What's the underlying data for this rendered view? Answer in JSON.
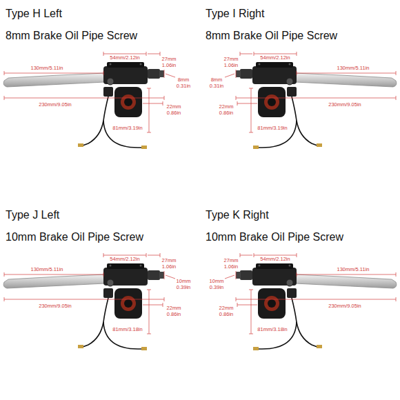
{
  "diagram": {
    "labels": [
      "Type H Left",
      "8mm Brake Oil Pipe Screw",
      "130mm/5.11in",
      "54mm/2.12in",
      "27mm",
      "1.06in",
      "8mm",
      "0.31in",
      "230mm/9.05in",
      "81mm/3.19in",
      "22mm",
      "0.86in",
      "Type I  Right",
      "8mm Brake Oil Pipe Screw",
      "130mm/5.11in",
      "54mm/2.12in",
      "27mm",
      "1.06in",
      "8mm",
      "0.31in",
      "230mm/9.05in",
      "81mm/3.19in",
      "22mm",
      "0.86in",
      "Type J  Left",
      "10mm Brake Oil Pipe Screw",
      "130mm/5.11in",
      "54mm/2.12in",
      "27mm",
      "1.06in",
      "10mm",
      "0.39in",
      "230mm/9.05in",
      "81mm/3.18in",
      "22mm",
      "0.86in",
      "Type K Right",
      "10mm Brake Oil Pipe Screw",
      "130mm/5.11in",
      "54mm/2.12in",
      "27mm",
      "1.06in",
      "10mm",
      "0.39in",
      "230mm/9.05in",
      "81mm/3.18in",
      "22mm",
      "0.86in"
    ]
  }
}
